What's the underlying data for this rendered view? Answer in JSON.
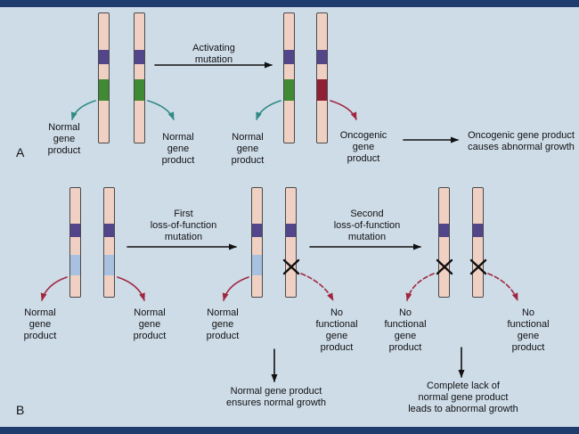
{
  "colors": {
    "background": "#cedce8",
    "border_bar": "#1e3d6e",
    "chromosome_fill": "#f0d0c2",
    "chromosome_outline": "#4a4a4a",
    "band_purple": "#53458a",
    "band_green": "#3f8a33",
    "band_red": "#8e1f35",
    "band_blue": "#a9c1e0",
    "arrow_teal": "#2d8a84",
    "arrow_red": "#a12740",
    "arrow_black": "#111111",
    "text": "#111111"
  },
  "panel_a": {
    "section_label": "A",
    "activating_mutation_label": "Activating\nmutation",
    "normal_gene_product_1": "Normal\ngene\nproduct",
    "normal_gene_product_2": "Normal\ngene\nproduct",
    "normal_gene_product_3": "Normal\ngene\nproduct",
    "oncogenic_gene_product": "Oncogenic\ngene\nproduct",
    "abnormal_growth_note": "Oncogenic gene product\ncauses abnormal growth"
  },
  "panel_b": {
    "section_label": "B",
    "first_mutation_label": "First\nloss-of-function\nmutation",
    "second_mutation_label": "Second\nloss-of-function\nmutation",
    "normal_gene_product_1": "Normal\ngene\nproduct",
    "normal_gene_product_2": "Normal\ngene\nproduct",
    "normal_gene_product_3": "Normal\ngene\nproduct",
    "no_functional_gene_product_1": "No\nfunctional\ngene\nproduct",
    "no_functional_gene_product_2": "No\nfunctional\ngene\nproduct",
    "no_functional_gene_product_3": "No\nfunctional\ngene\nproduct",
    "normal_growth_note": "Normal gene product\nensures normal growth",
    "abnormal_growth_note": "Complete lack of\nnormal gene product\nleads to abnormal growth"
  }
}
